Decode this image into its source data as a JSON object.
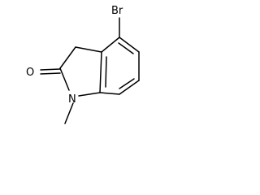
{
  "structure": {
    "atoms": {
      "bromine": "Br",
      "oxygen": "O",
      "nitrogen": "N"
    }
  }
}
